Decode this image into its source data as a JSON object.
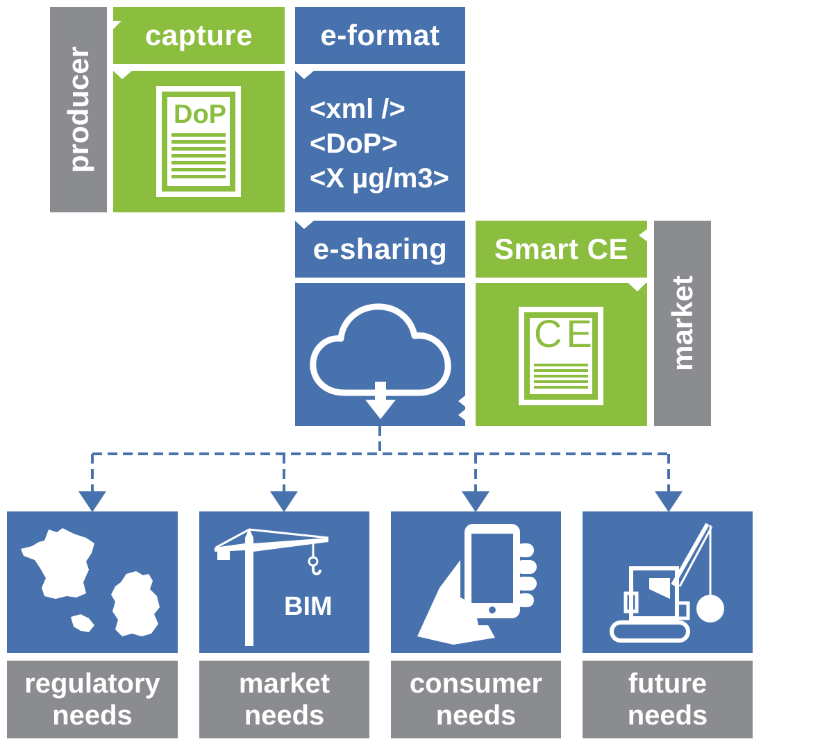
{
  "producer": {
    "label": "producer"
  },
  "capture": {
    "title": "capture",
    "doc_label": "DoP"
  },
  "eformat": {
    "title": "e-format",
    "lines": [
      "<xml />",
      "<DoP>",
      "<X µg/m3>"
    ]
  },
  "esharing": {
    "title": "e-sharing"
  },
  "smartce": {
    "title": "Smart CE",
    "mark": "CE"
  },
  "market": {
    "label": "market"
  },
  "needs": [
    {
      "line1": "regulatory",
      "line2": "needs"
    },
    {
      "line1": "market",
      "line2": "needs",
      "icon_label": "BIM"
    },
    {
      "line1": "consumer",
      "line2": "needs"
    },
    {
      "line1": "future",
      "line2": "needs"
    }
  ],
  "colors": {
    "green": "#8bbd3f",
    "blue": "#4872ad",
    "grey": "#8a8c8f"
  },
  "icons": [
    "document-icon",
    "cloud-download-icon",
    "ce-document-icon",
    "map-icon",
    "crane-icon",
    "smartphone-hand-icon",
    "wrecking-crane-icon"
  ]
}
